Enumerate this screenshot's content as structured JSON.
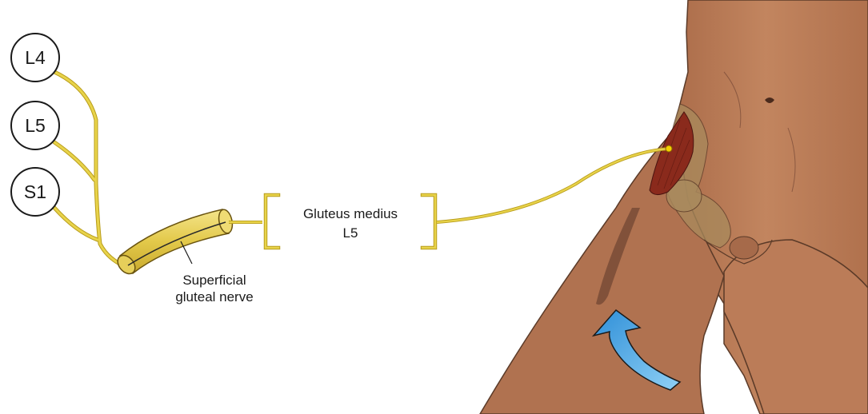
{
  "roots": [
    {
      "label": "L4"
    },
    {
      "label": "L5"
    },
    {
      "label": "S1"
    }
  ],
  "nerve": {
    "name_line1": "Superficial",
    "name_line2": "gluteal nerve"
  },
  "muscle": {
    "name": "Gluteus medius",
    "root": "L5"
  },
  "colors": {
    "nerve": "#e8d34a",
    "nerve_outline": "#b89c1a",
    "skin": "#b87a56",
    "muscle": "#8a2a1c",
    "arrow": "#3fa8e8"
  },
  "icons": {
    "arrow": "curved-arrow-icon",
    "stimulation_point": "dot-icon"
  }
}
